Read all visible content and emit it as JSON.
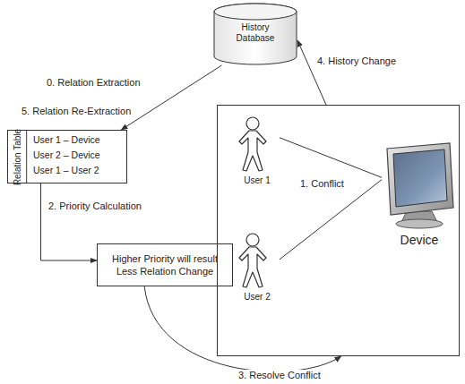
{
  "diagram": {
    "nodes": [
      {
        "text": [
          "History Database"
        ]
      },
      {
        "text": [
          "Relation Table",
          "User 1 – Device",
          "User 2 – Device",
          "User 1 – User 2"
        ]
      },
      {
        "text": [
          "Higher Priority will result Less Relation Change"
        ]
      },
      {
        "text": []
      },
      {
        "text": [
          "User 1"
        ],
        "in": 3
      },
      {
        "text": [
          "User 2"
        ],
        "in": 3
      },
      {
        "text": [
          "Device"
        ],
        "in": 3
      }
    ],
    "edges": [
      {
        "from": 0,
        "to": 1,
        "label": "0. Relation Extraction",
        "arrow": "to"
      },
      {
        "from": 1,
        "to": 2,
        "label": "2. Priority Calculation",
        "arrow": "to"
      },
      {
        "from": 2,
        "to": 3,
        "label": "3. Resolve Conflict",
        "arrow": "to"
      },
      {
        "from": 3,
        "to": 0,
        "label": "4. History Change",
        "arrow": "to"
      },
      {
        "from": 4,
        "to": 6,
        "label": "1. Conflict",
        "arrow": "none"
      },
      {
        "from": 5,
        "to": 6,
        "arrow": "none"
      }
    ],
    "labels": [
      "5. Relation Re-Extraction"
    ]
  }
}
